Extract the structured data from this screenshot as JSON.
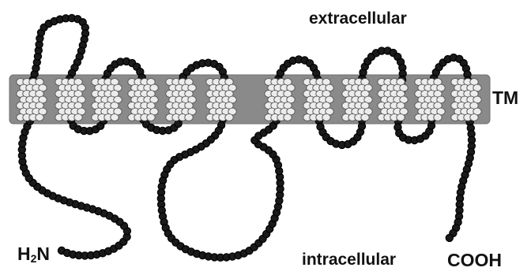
{
  "labels": {
    "extracellular": "extracellular",
    "tm": "TM",
    "intracellular": "intracellular",
    "n_terminus_h": "H",
    "n_terminus_sub": "2",
    "n_terminus_n": "N",
    "c_terminus": "COOH"
  },
  "colors": {
    "membrane": "#8a8a8a",
    "membrane_edge": "#6f6f6f",
    "residue_fill": "#1a1a1a",
    "residue_stroke": "#000000",
    "helix_residue_fill": "#ececec",
    "helix_residue_stroke": "#555555"
  },
  "helix_count": 12
}
